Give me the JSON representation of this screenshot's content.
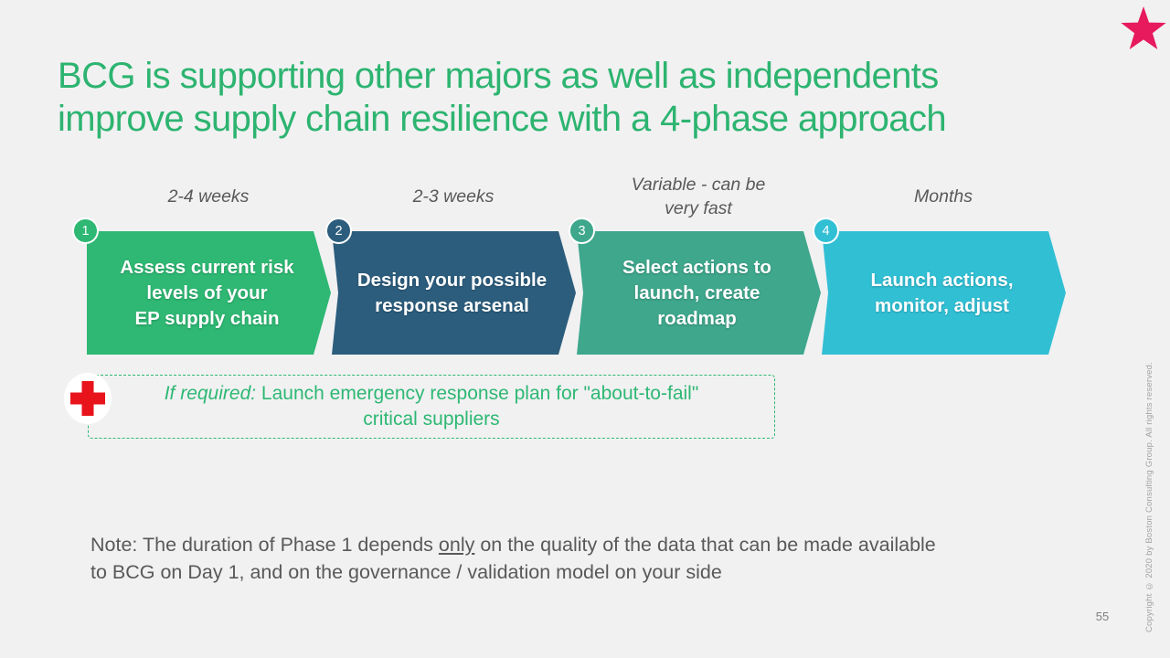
{
  "slide": {
    "title_line1": "BCG is supporting other majors as well as independents",
    "title_line2": "improve supply chain resilience with a 4-phase approach",
    "page_number": "55",
    "copyright": "Copyright © 2020 by Boston Consulting Group. All rights reserved.",
    "logo_icon": "star-icon",
    "colors": {
      "title_green": "#2db470",
      "green": "#2eb873",
      "background": "#f1f1f2",
      "label_gray": "#595959",
      "star_pink": "#e61a5c",
      "cross_red": "#e8131b"
    }
  },
  "phases": [
    {
      "number": "1",
      "duration": "2-4 weeks",
      "duration_lines": [
        "2-4 weeks"
      ],
      "label": "Assess current risk levels of your EP supply chain",
      "lines": [
        "Assess current risk",
        "levels of your",
        "EP supply chain"
      ],
      "color": "#2eb873"
    },
    {
      "number": "2",
      "duration": "2-3 weeks",
      "duration_lines": [
        "2-3 weeks"
      ],
      "label": "Design your possible response arsenal",
      "lines": [
        "Design your possible",
        "response arsenal"
      ],
      "color": "#2c5d7d"
    },
    {
      "number": "3",
      "duration": "Variable - can be very fast",
      "duration_lines": [
        "Variable - can be",
        "very fast"
      ],
      "label": "Select actions to launch, create roadmap",
      "lines": [
        "Select actions to",
        "launch, create",
        "roadmap"
      ],
      "color": "#3ea78c"
    },
    {
      "number": "4",
      "duration": "Months",
      "duration_lines": [
        "Months"
      ],
      "label": "Launch actions, monitor, adjust",
      "lines": [
        "Launch actions,",
        "monitor, adjust"
      ],
      "color": "#31bfd4"
    }
  ],
  "emergency_callout": {
    "icon": "red-cross-icon",
    "line1_italic": "If required:",
    "line1_rest": " Launch emergency response plan for \"about-to-fail\"",
    "line2": "critical suppliers"
  },
  "note": {
    "line1_prefix": "Note: The duration of Phase 1 depends ",
    "line1_underlined": "only",
    "line1_suffix": " on the quality of the data that can be made available",
    "line2": "to BCG on Day 1, and on the governance / validation model on your side"
  }
}
